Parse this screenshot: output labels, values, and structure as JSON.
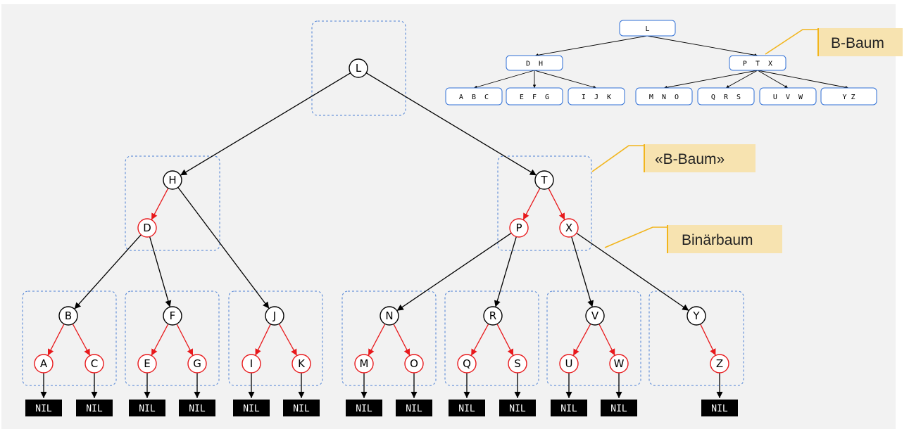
{
  "colors": {
    "black": "#000000",
    "red": "#e8191c",
    "blue_dash": "#4a7fd4",
    "btree_border": "#2f6fd6",
    "callout_fill": "#f7e3b0",
    "callout_line": "#f2b51c",
    "panel_bg": "#f2f2f2"
  },
  "rb_nodes": [
    {
      "label": "L",
      "color": "black"
    },
    {
      "label": "H",
      "color": "black"
    },
    {
      "label": "T",
      "color": "black"
    },
    {
      "label": "D",
      "color": "red"
    },
    {
      "label": "P",
      "color": "red"
    },
    {
      "label": "X",
      "color": "red"
    },
    {
      "label": "B",
      "color": "black"
    },
    {
      "label": "F",
      "color": "black"
    },
    {
      "label": "J",
      "color": "black"
    },
    {
      "label": "N",
      "color": "black"
    },
    {
      "label": "R",
      "color": "black"
    },
    {
      "label": "V",
      "color": "black"
    },
    {
      "label": "Y",
      "color": "black"
    },
    {
      "label": "A",
      "color": "red"
    },
    {
      "label": "C",
      "color": "red"
    },
    {
      "label": "E",
      "color": "red"
    },
    {
      "label": "G",
      "color": "red"
    },
    {
      "label": "I",
      "color": "red"
    },
    {
      "label": "K",
      "color": "red"
    },
    {
      "label": "M",
      "color": "red"
    },
    {
      "label": "O",
      "color": "red"
    },
    {
      "label": "Q",
      "color": "red"
    },
    {
      "label": "S",
      "color": "red"
    },
    {
      "label": "U",
      "color": "red"
    },
    {
      "label": "W",
      "color": "red"
    },
    {
      "label": "Z",
      "color": "red"
    }
  ],
  "nil_label": "NIL",
  "btree_nodes": [
    {
      "keys": "L"
    },
    {
      "keys": "D  H"
    },
    {
      "keys": "P  T  X"
    },
    {
      "keys": "A  B  C"
    },
    {
      "keys": "E  F  G"
    },
    {
      "keys": "I  J  K"
    },
    {
      "keys": "M  N  O"
    },
    {
      "keys": "Q  R  S"
    },
    {
      "keys": "U  V  W"
    },
    {
      "keys": "Y Z"
    }
  ],
  "callouts": {
    "btree": "B-Baum",
    "b_baum_quoted": "«B-Baum»",
    "binaerbaum": "Binärbaum"
  }
}
